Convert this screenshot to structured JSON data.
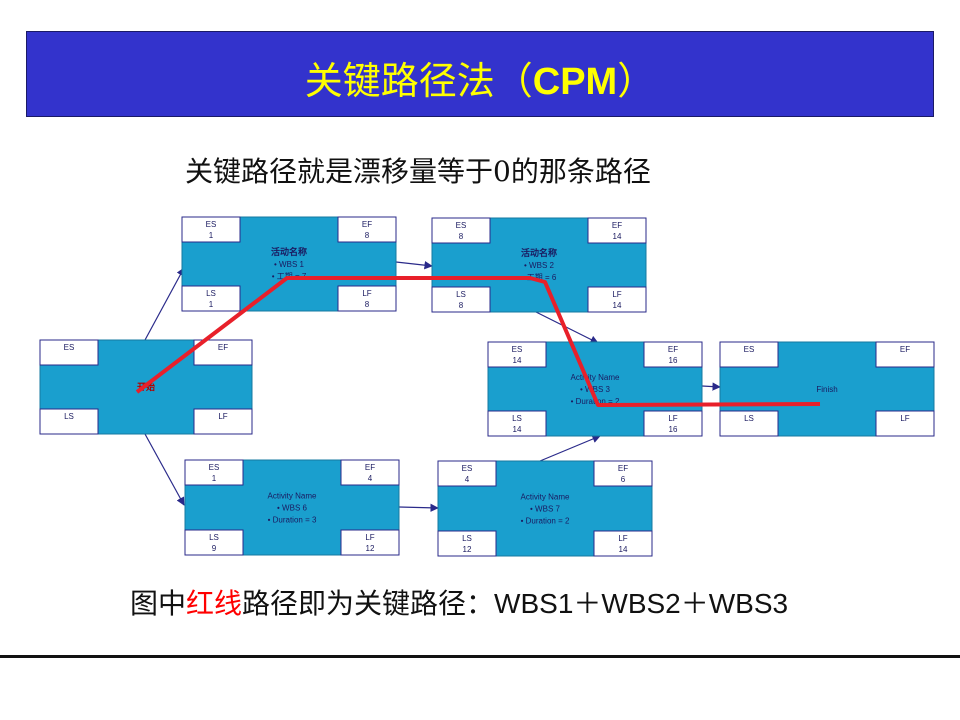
{
  "slide": {
    "title_cn": "关键路径法（",
    "title_latin": "CPM",
    "title_end": "）",
    "subtitle": "关键路径就是漂移量等于0的那条路径",
    "caption_prefix": "图中",
    "caption_red": "红线",
    "caption_middle": "路径即为关键路径：",
    "caption_path": "WBS1＋WBS2＋WBS3"
  },
  "colors": {
    "title_bg": "#3333cc",
    "title_text": "#ffff00",
    "node_fill": "#1a9fce",
    "critical_path": "#e8202a",
    "arrow": "#2a2a8a"
  },
  "diagram": {
    "nodes": [
      {
        "id": "start",
        "name": "开始",
        "lines": [],
        "es": "",
        "ef": "",
        "ls": "",
        "lf": ""
      },
      {
        "id": "wbs1",
        "name": "活动名称",
        "lines": [
          "• WBS 1",
          "• 工期 = 7"
        ],
        "es": "1",
        "ef": "8",
        "ls": "1",
        "lf": "8"
      },
      {
        "id": "wbs2",
        "name": "活动名称",
        "lines": [
          "• WBS 2",
          "• 工期 = 6"
        ],
        "es": "8",
        "ef": "14",
        "ls": "8",
        "lf": "14"
      },
      {
        "id": "wbs3",
        "name": "Activity Name",
        "lines": [
          "• WBS 3",
          "• Duration = 2"
        ],
        "es": "14",
        "ef": "16",
        "ls": "14",
        "lf": "16"
      },
      {
        "id": "finish",
        "name": "Finish",
        "lines": [],
        "es": "",
        "ef": "",
        "ls": "",
        "lf": ""
      },
      {
        "id": "wbs6",
        "name": "Activity Name",
        "lines": [
          "• WBS 6",
          "• Duration = 3"
        ],
        "es": "1",
        "ef": "4",
        "ls": "9",
        "lf": "12"
      },
      {
        "id": "wbs7",
        "name": "Activity Name",
        "lines": [
          "• WBS 7",
          "• Duration = 2"
        ],
        "es": "4",
        "ef": "6",
        "ls": "12",
        "lf": "14"
      }
    ],
    "field_labels": {
      "es": "ES",
      "ef": "EF",
      "ls": "LS",
      "lf": "LF"
    }
  }
}
